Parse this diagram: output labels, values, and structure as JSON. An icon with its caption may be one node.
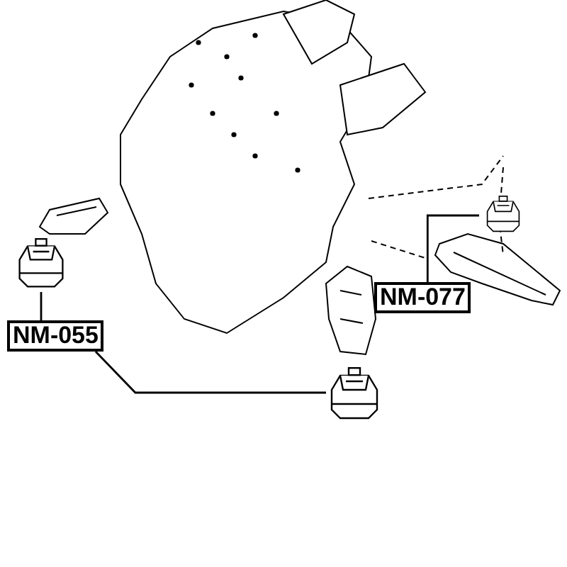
{
  "diagram": {
    "nodes": [
      {
        "text": [
          "NM-055"
        ]
      },
      {
        "text": [],
        "shape": "picture"
      },
      {
        "text": [],
        "shape": "picture"
      },
      {
        "text": [
          "NM-077"
        ]
      },
      {
        "text": [],
        "shape": "picture"
      }
    ],
    "edges": [
      {
        "from": 0,
        "to": 1,
        "arrow": "none"
      },
      {
        "from": 0,
        "to": 2,
        "arrow": "none"
      },
      {
        "from": 3,
        "to": 4,
        "arrow": "none"
      }
    ]
  }
}
